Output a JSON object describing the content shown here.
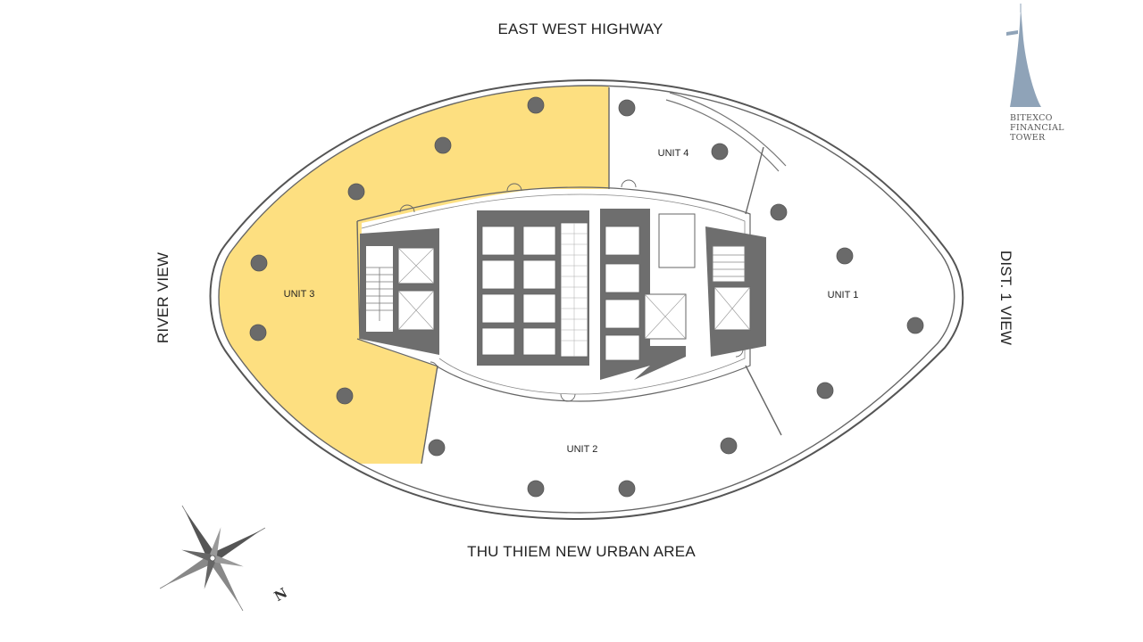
{
  "orientation": {
    "north_side": "EAST WEST HIGHWAY",
    "south_side": "THU THIEM NEW URBAN AREA",
    "west_side": "RIVER VIEW",
    "east_side": "DIST. 1 VIEW",
    "compass_letter": "N"
  },
  "units": [
    {
      "label": "UNIT 1",
      "highlighted": false
    },
    {
      "label": "UNIT 2",
      "highlighted": false
    },
    {
      "label": "UNIT 3",
      "highlighted": true
    },
    {
      "label": "UNIT 4",
      "highlighted": false
    }
  ],
  "logo": {
    "line1": "BITEXCO",
    "line2": "FINANCIAL",
    "line3": "TOWER"
  },
  "colors": {
    "highlight": "#FDDF80",
    "core": "#6E6E6E",
    "outline": "#555555",
    "column": "#6A6A6A",
    "logo": "#8FA3B8"
  }
}
